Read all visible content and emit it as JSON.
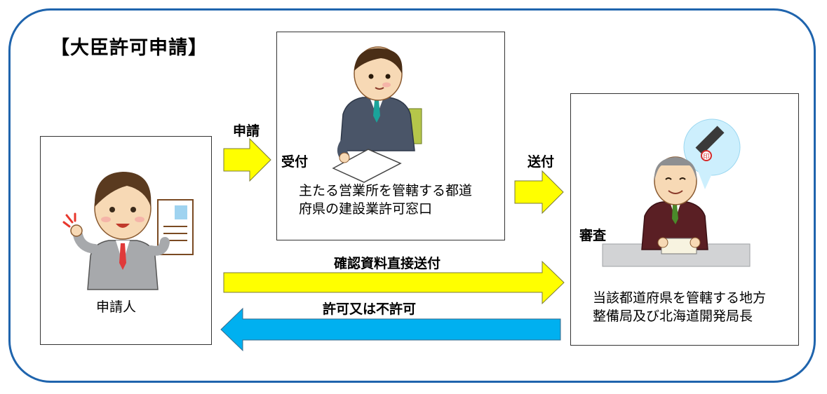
{
  "title": "【大臣許可申請】",
  "applicant": {
    "label": "申請人"
  },
  "reception": {
    "tag": "受付",
    "line1": "主たる営業所を管轄する都道",
    "line2": "府県の建設業許可窓口"
  },
  "review": {
    "tag": "審査",
    "line1": "当該都道府県を管轄する地方",
    "line2": "整備局及び北海道開発局長"
  },
  "arrows": {
    "apply": "申請",
    "send": "送付",
    "direct_send": "確認資料直接送付",
    "decision": "許可又は不許可"
  },
  "colors": {
    "frame": "#1f64ad",
    "yellow_arrow": "#ffff00",
    "blue_arrow": "#00b0f0"
  }
}
